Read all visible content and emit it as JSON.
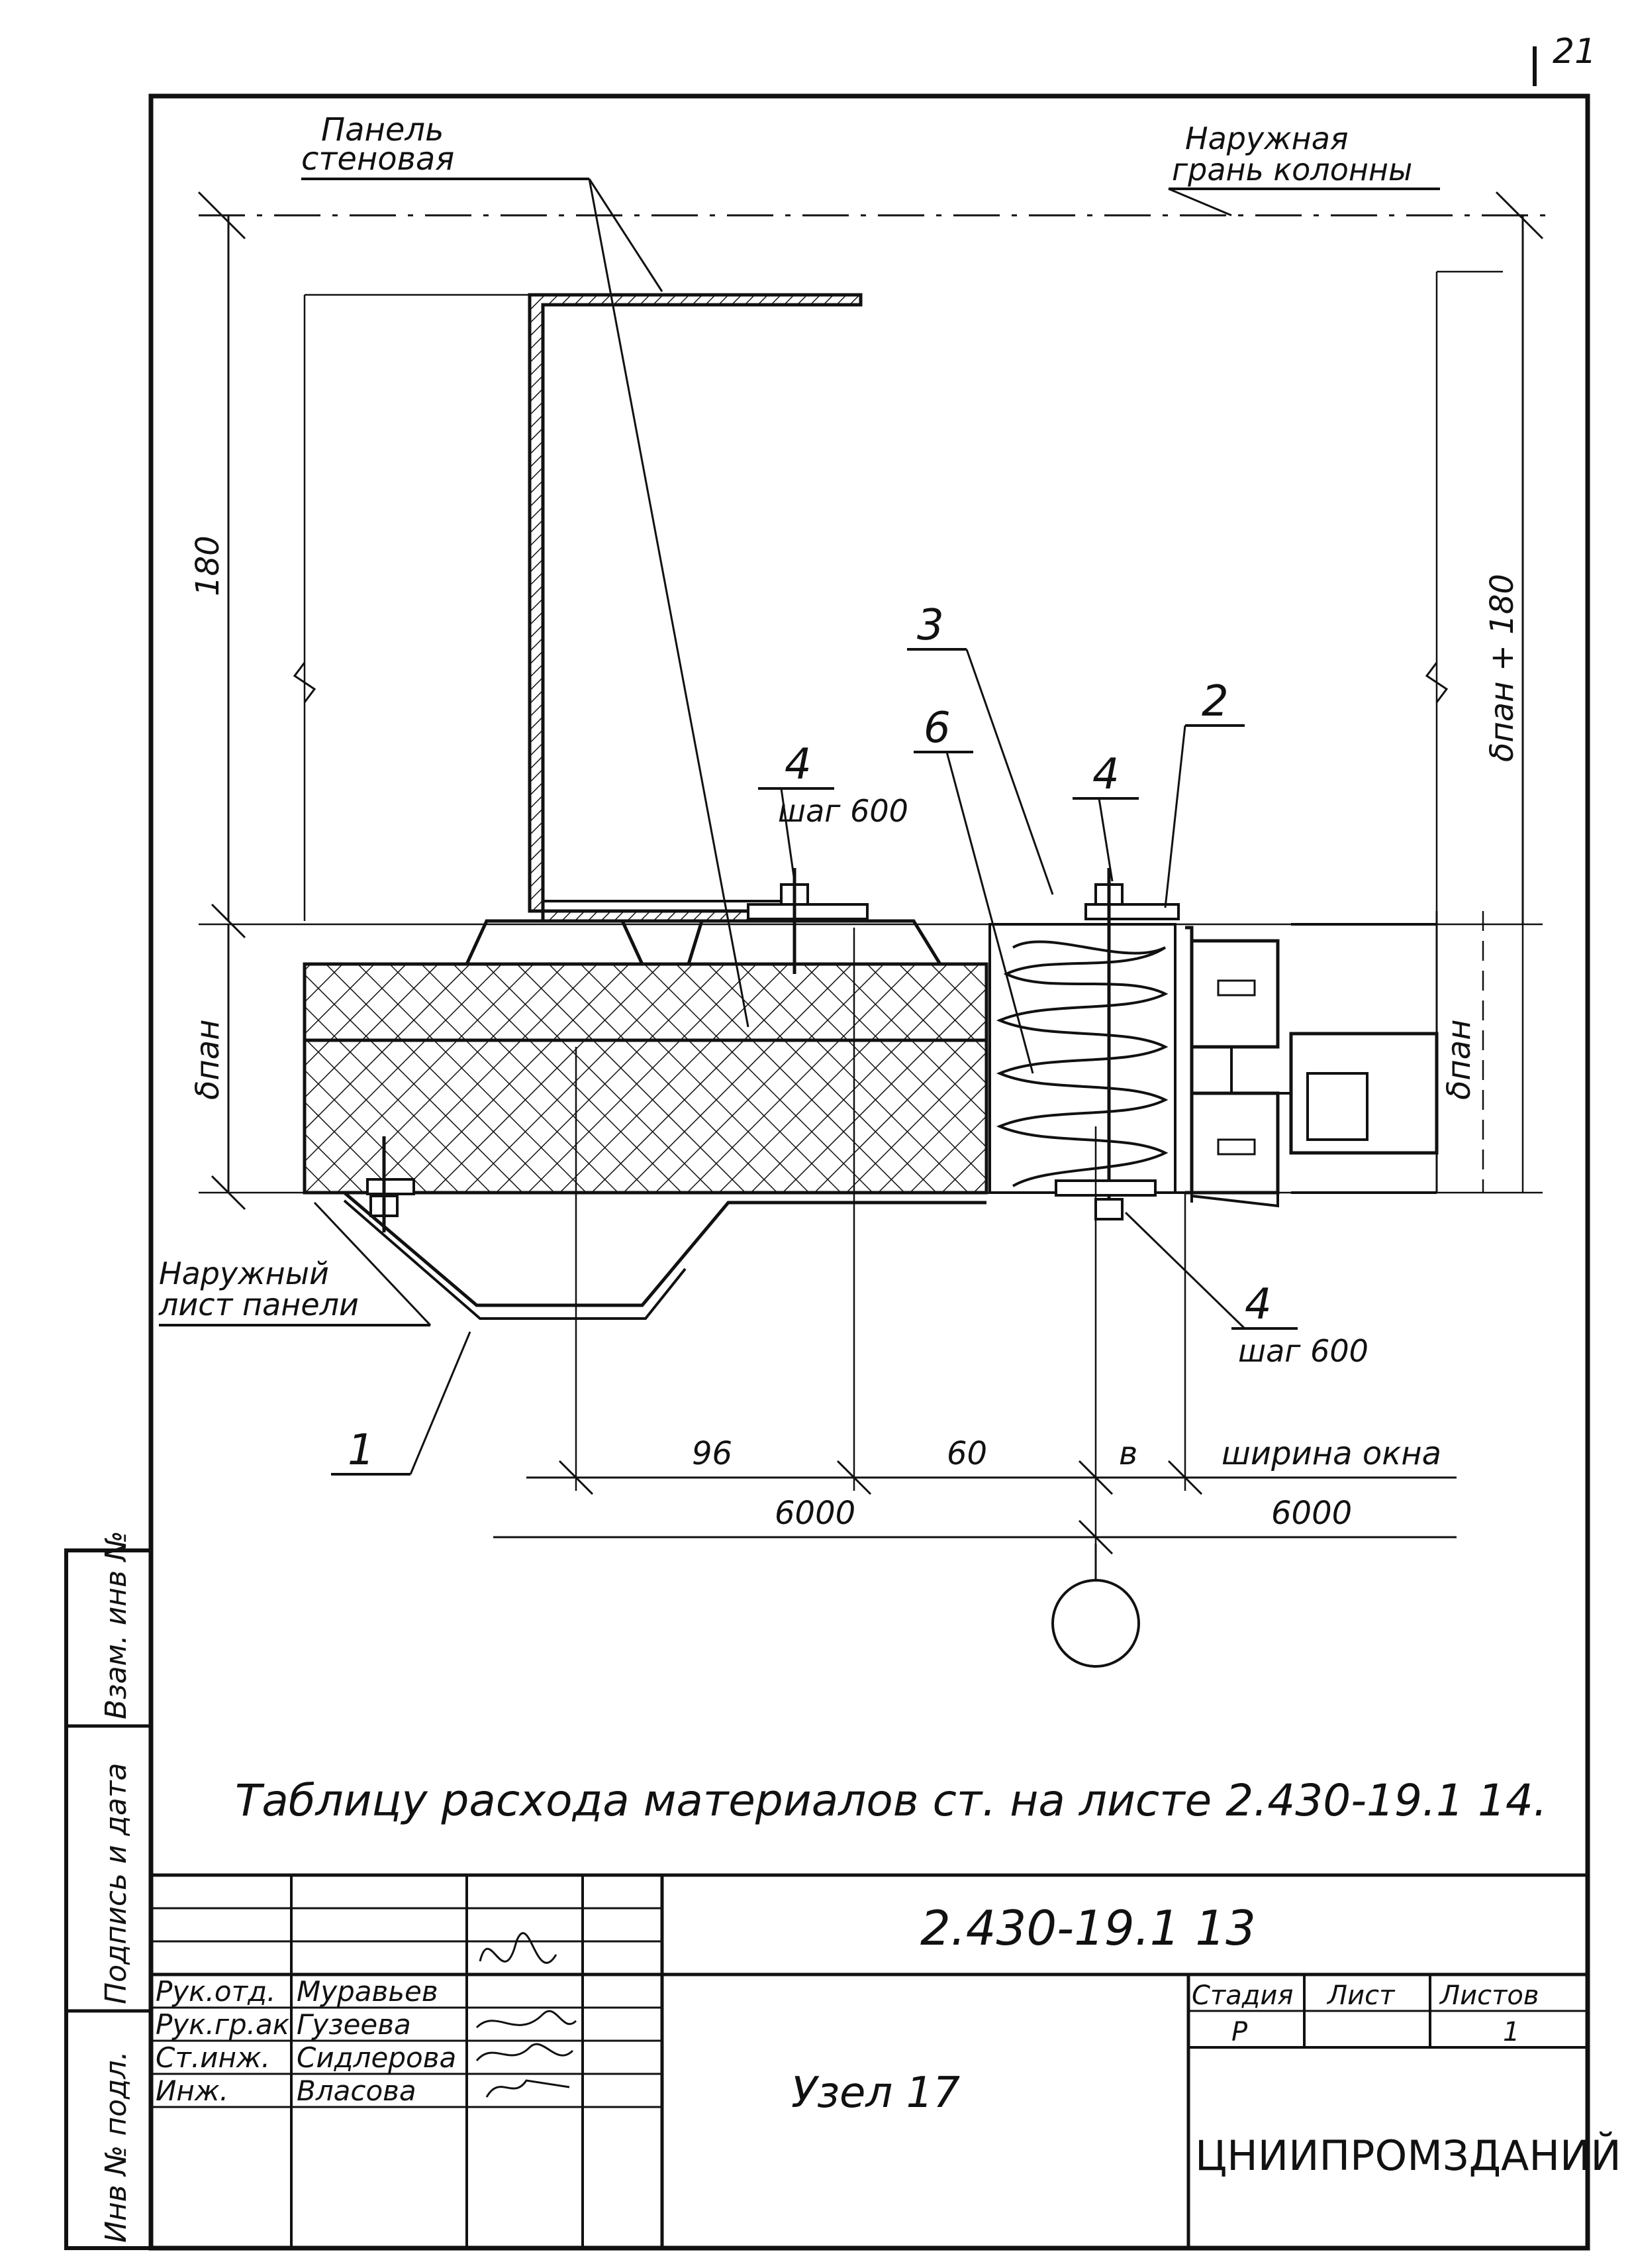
{
  "page_number": "21",
  "callouts": {
    "wall_panel": [
      "Панель",
      "стеновая"
    ],
    "column_face": [
      "Наружная",
      "грань колонны"
    ],
    "outer_sheet": [
      "Наружный",
      "лист панели"
    ]
  },
  "markers": {
    "m1": "1",
    "m2": "2",
    "m3": "3",
    "m4a": "4",
    "m4b": "4",
    "m4c": "4",
    "m6": "6",
    "pitch_a": "шаг 600",
    "pitch_b": "шаг 600"
  },
  "dimensions": {
    "top_height": "180",
    "right_height": "δпан + 180",
    "left_panel": "δпан",
    "right_panel": "δпан",
    "d96": "96",
    "d60": "60",
    "dv": "в",
    "window_width": "ширина окна",
    "d6000_left": "6000",
    "d6000_right": "6000"
  },
  "note": "Таблицу расхода материалов ст. на листе 2.430-19.1 14.",
  "stamp": {
    "doc_code": "2.430-19.1 13",
    "title": "Узел 17",
    "org": "ЦНИИПРОМЗДАНИЙ",
    "stage_header": "Стадия",
    "sheet_header": "Лист",
    "sheets_header": "Листов",
    "stage": "Р",
    "sheet": "",
    "sheets": "1",
    "people": [
      {
        "role": "Рук.отд.",
        "name": "Муравьев"
      },
      {
        "role": "Рук.гр.ак",
        "name": "Гузеева"
      },
      {
        "role": "Ст.инж.",
        "name": "Сидлерова"
      },
      {
        "role": "Инж.",
        "name": "Власова"
      }
    ]
  },
  "side_labels": {
    "inv_podl": "Инв № подл.",
    "signature_date": "Подпись и дата",
    "vzam_inv": "Взам. инв №"
  }
}
